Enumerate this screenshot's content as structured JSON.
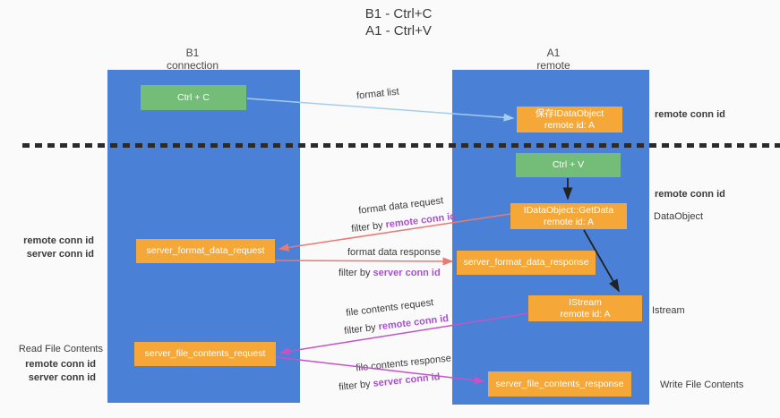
{
  "title": {
    "line1": "B1 - Ctrl+C",
    "line2": "A1 - Ctrl+V"
  },
  "columns": {
    "b1": {
      "name": "B1",
      "subtitle": "connection"
    },
    "a1": {
      "name": "A1",
      "subtitle": "remote"
    }
  },
  "nodes": {
    "ctrl_c": {
      "label": "Ctrl + C"
    },
    "save_idataobject": {
      "line1": "保存IDataObject",
      "line2": "remote id: A"
    },
    "ctrl_v": {
      "label": "Ctrl + V"
    },
    "getdata": {
      "line1": "IDataObject::GetData",
      "line2": "remote id: A"
    },
    "server_format_data_request": {
      "label": "server_format_data_request"
    },
    "server_format_data_response": {
      "label": "server_format_data_response"
    },
    "istream": {
      "line1": "IStream",
      "line2": "remote id: A"
    },
    "server_file_contents_request": {
      "label": "server_file_contents_request"
    },
    "server_file_contents_response": {
      "label": "server_file_contents_response"
    }
  },
  "edge_labels": {
    "format_list": "format list",
    "format_data_request": "format data request",
    "format_data_response": "format data response",
    "file_contents_request": "file contents request",
    "file_contents_response": "file contents response",
    "filter_by": "filter by ",
    "remote_conn_id": "remote conn id",
    "server_conn_id": "server conn id"
  },
  "side_labels": {
    "remote_conn_id_right_top": "remote conn id",
    "remote_conn_id_right_mid": "remote conn id",
    "dataobject": "DataObject",
    "istream": "Istream",
    "write_file_contents": "Write File Contents",
    "remote_conn_id_left_1": "remote conn id",
    "server_conn_id_left_1": "server conn id",
    "read_file_contents": "Read File Contents",
    "remote_conn_id_left_2": "remote conn id",
    "server_conn_id_left_2": "server conn id"
  },
  "colors": {
    "column-blue": "#4a80d5",
    "node-green": "#74bd78",
    "node-orange": "#f5a838",
    "arrow-blue": "#a6cdef",
    "arrow-red": "#e87a72",
    "arrow-magenta": "#c653c6",
    "arrow-black": "#222222",
    "text-purple": "#a653c9",
    "text-green": "#56b45c",
    "dash-black": "#2b2b2b"
  }
}
